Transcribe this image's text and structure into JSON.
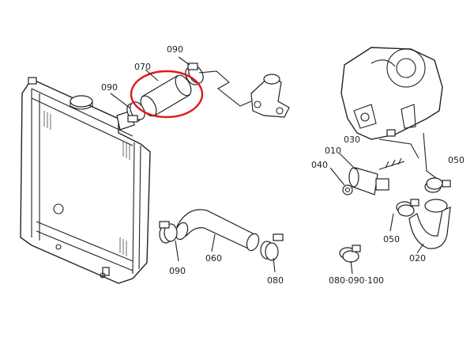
{
  "diagram": {
    "labels": {
      "p070": "070",
      "p090_top": "090",
      "p090_left": "090",
      "p060": "060",
      "p090_bottom": "090",
      "p080": "080",
      "p010": "010",
      "p030": "030",
      "p040": "040",
      "p050_right": "050",
      "p050_bottom": "050",
      "p020": "020",
      "p080_090_100": "080·090·100"
    },
    "highlight_color": "#e0181b"
  }
}
